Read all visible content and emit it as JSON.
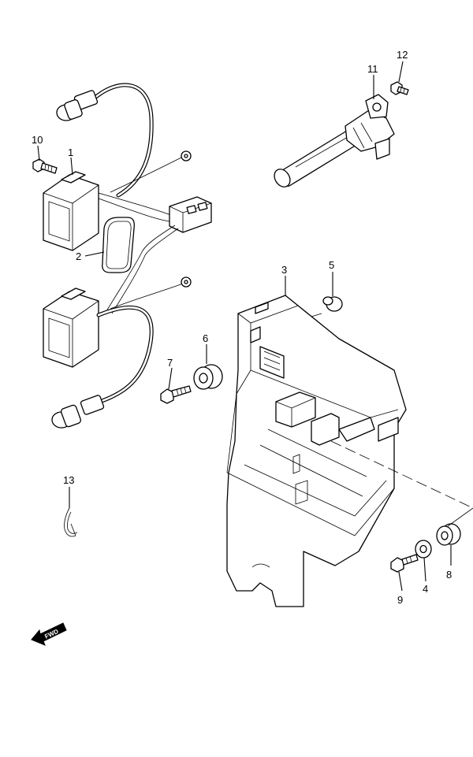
{
  "callouts": {
    "c1": "1",
    "c2": "2",
    "c3": "3",
    "c4": "4",
    "c5": "5",
    "c6": "6",
    "c7": "7",
    "c8": "8",
    "c9": "9",
    "c10": "10",
    "c11": "11",
    "c12": "12",
    "c13": "13"
  },
  "fwd_label": "FWD"
}
